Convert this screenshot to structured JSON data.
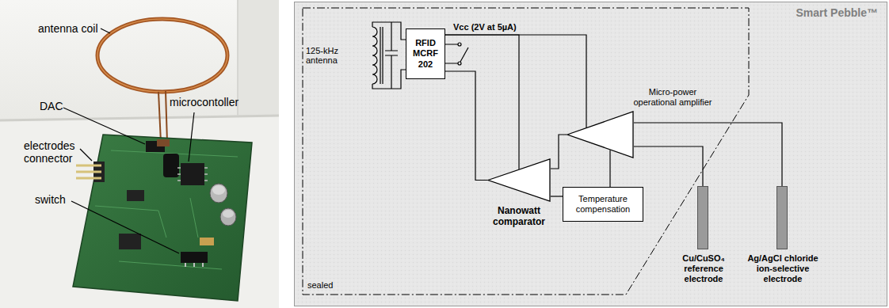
{
  "diagram": {
    "nodes": [
      {
        "text": [
          "Smart Pebble™"
        ]
      },
      {
        "text": [
          "RFID MCRF 202"
        ],
        "in": 0
      },
      {
        "text": [
          "Micro-power operational amplifier"
        ],
        "in": 0
      },
      {
        "text": [
          "Nanowatt comparator"
        ],
        "in": 0
      },
      {
        "text": [
          "Temperature compensation"
        ],
        "in": 0
      },
      {
        "text": [
          "Cu/CuSO₄ reference electrode"
        ],
        "in": 0
      },
      {
        "text": [
          "Ag/AgCl chloride ion-selective electrode"
        ],
        "in": 0
      }
    ],
    "edges": [
      {
        "from": 3,
        "to": 1,
        "arrow": "none"
      },
      {
        "from": 1,
        "to": 2,
        "label": "Vcc (2V at 5µA)",
        "arrow": "none"
      },
      {
        "from": 1,
        "to": 3,
        "arrow": "none"
      },
      {
        "from": 2,
        "to": 3,
        "arrow": "none"
      },
      {
        "from": 4,
        "to": 3,
        "arrow": "none"
      },
      {
        "from": 4,
        "to": 2,
        "arrow": "none"
      },
      {
        "from": 5,
        "to": 2,
        "arrow": "none"
      },
      {
        "from": 6,
        "to": 2,
        "arrow": "none"
      }
    ],
    "labels": [
      "antenna coil",
      "DAC",
      "microcontoller",
      "electrodes connector",
      "switch",
      "125-kHz antenna",
      "sealed"
    ]
  }
}
